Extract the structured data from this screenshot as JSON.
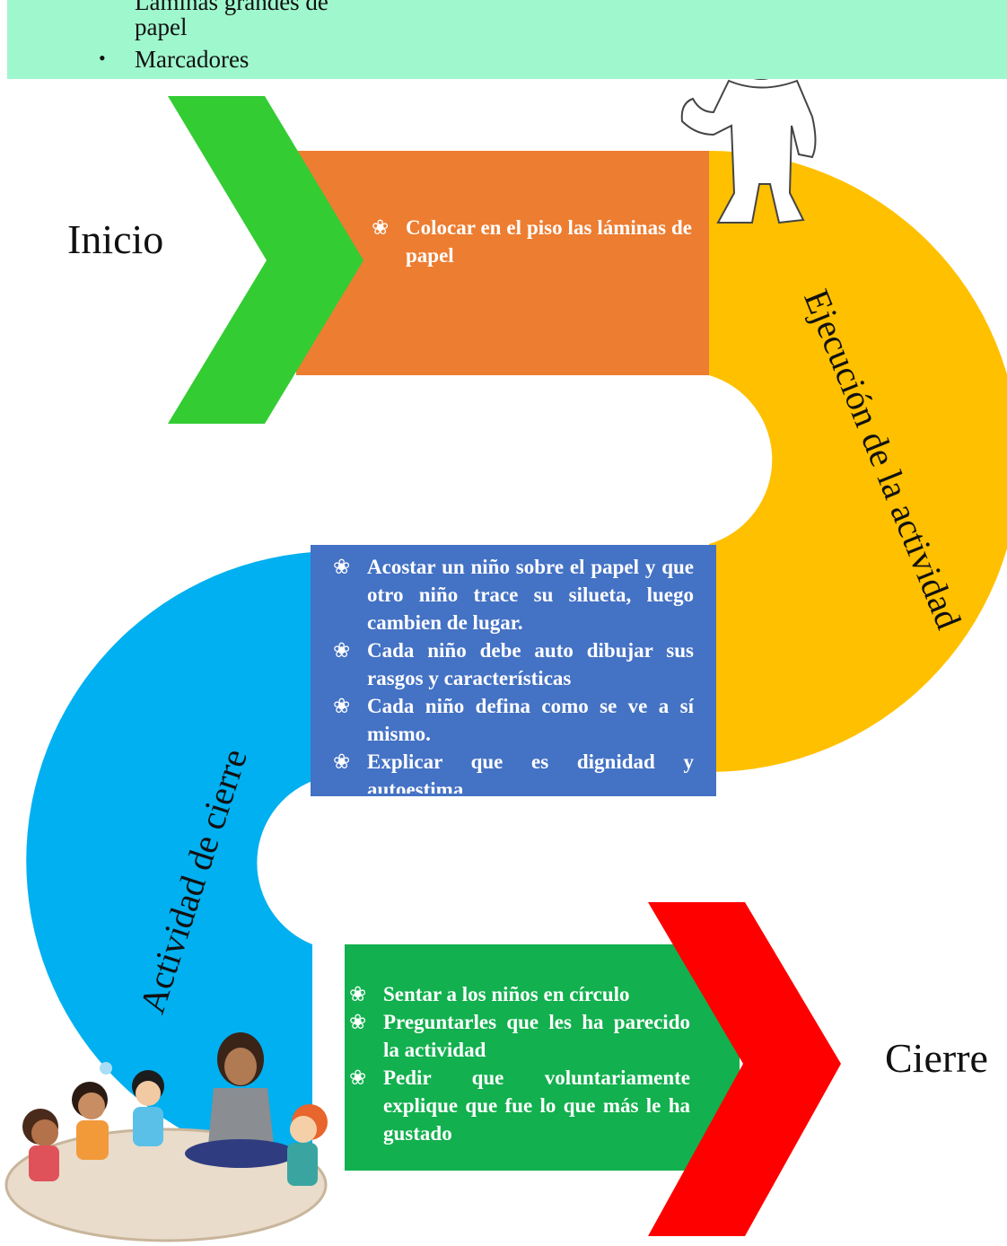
{
  "materials": {
    "partial_item": "Láminas grandes de",
    "item_1_cont": "papel",
    "item_2": "Marcadores",
    "bullet": "•"
  },
  "stages": {
    "start_label": "Inicio",
    "end_label": "Cierre",
    "execution_label": "Ejecución de la actividad",
    "closing_label": "Actividad de cierre"
  },
  "steps": {
    "bullet_glyph": "❀",
    "inicio_step": "Colocar en el piso las láminas de papel",
    "ejecucion": [
      "Acostar un niño sobre el papel y que otro niño trace su silueta, luego cambien de lugar.",
      "Cada niño debe auto dibujar sus rasgos y características",
      "Cada niño defina como se ve a sí mismo.",
      "Explicar que es dignidad y autoestima"
    ],
    "cierre": [
      "Sentar a los niños en círculo",
      "Preguntarles que les ha parecido la actividad",
      "Pedir que voluntariamente explique que fue lo que más le ha gustado"
    ]
  },
  "colors": {
    "band": "#9ff7cd",
    "green_chevron": "#33cc33",
    "orange_box": "#ed7d31",
    "yellow_curve": "#ffc000",
    "blue_box": "#4472c4",
    "light_blue_curve": "#00b0f0",
    "green_box": "#12b04e",
    "red_chevron": "#ff0000"
  },
  "icons": {
    "child_outline": "child-silhouette-outline",
    "kids_circle": "kids-sitting-in-circle-illustration"
  }
}
